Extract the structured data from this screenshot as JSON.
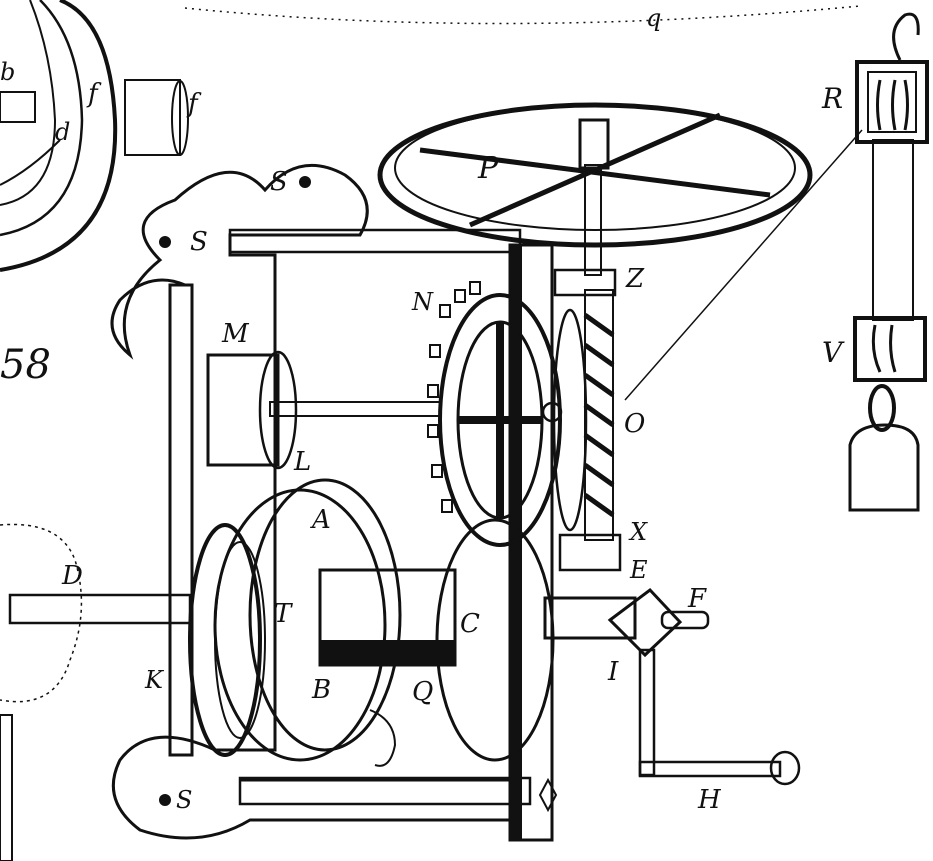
{
  "figure_number": "58",
  "labels": {
    "P": "P",
    "R": "R",
    "V": "V",
    "Z": "Z",
    "N": "N",
    "M": "M",
    "L": "L",
    "O": "O",
    "A": "A",
    "T": "T",
    "B": "B",
    "Q": "Q",
    "C": "C",
    "X": "X",
    "E": "E",
    "F": "F",
    "I": "I",
    "H": "H",
    "D": "D",
    "K": "K",
    "S_top": "S",
    "S_left": "S",
    "S_bottom": "S",
    "b": "b",
    "f_arc": "f",
    "f_right": "f",
    "d": "d",
    "q": "q"
  },
  "colors": {
    "ink": "#111111",
    "paper": "#ffffff"
  }
}
